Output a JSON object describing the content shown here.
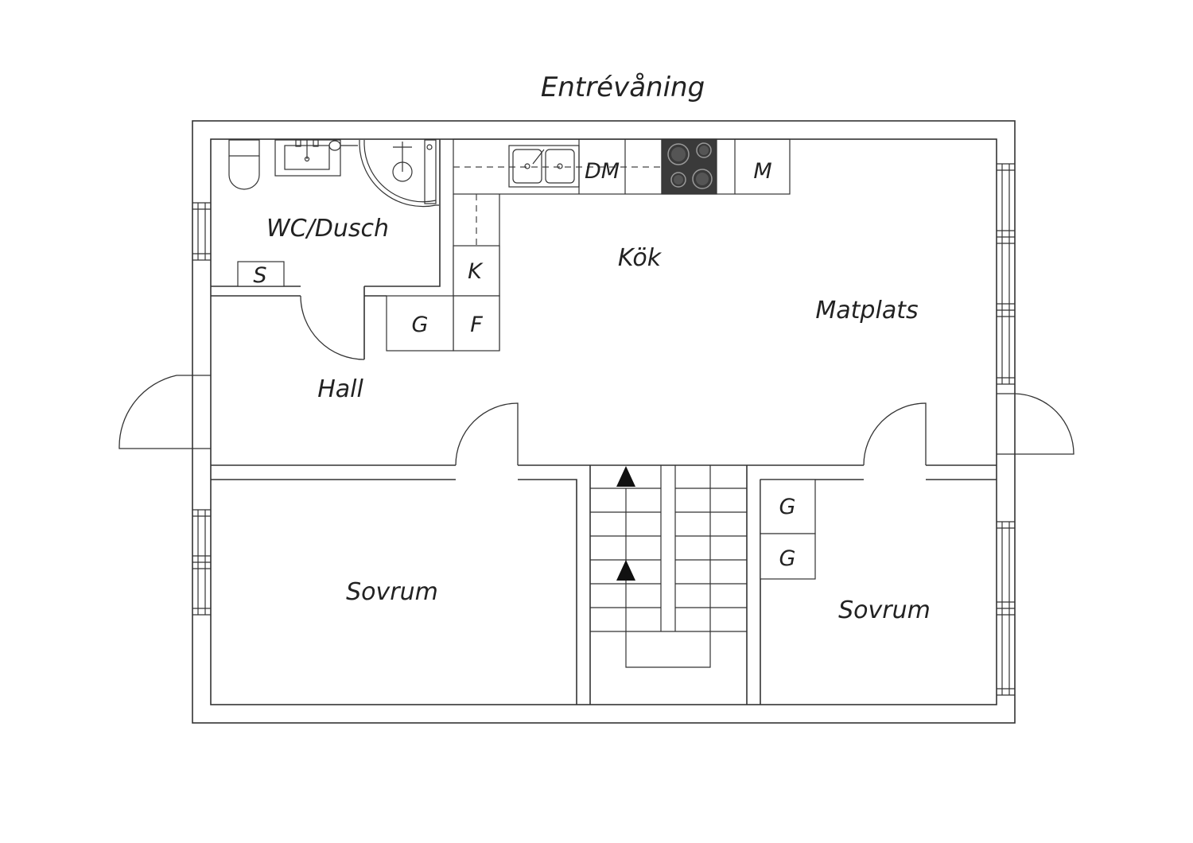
{
  "title": "Entrévåning",
  "rooms": {
    "wc": "WC/Dusch",
    "kitchen": "Kök",
    "dining": "Matplats",
    "hall": "Hall",
    "bedroom_left": "Sovrum",
    "bedroom_right": "Sovrum"
  },
  "fixtures": {
    "dishwasher": "DM",
    "microwave": "M",
    "fridge": "K",
    "freezer": "F",
    "closet_hall": "G",
    "closet_bedroom_1": "G",
    "closet_bedroom_2": "G",
    "storage": "S"
  },
  "colors": {
    "line": "#333333",
    "stove": "#3a3a3a",
    "background": "#ffffff"
  }
}
